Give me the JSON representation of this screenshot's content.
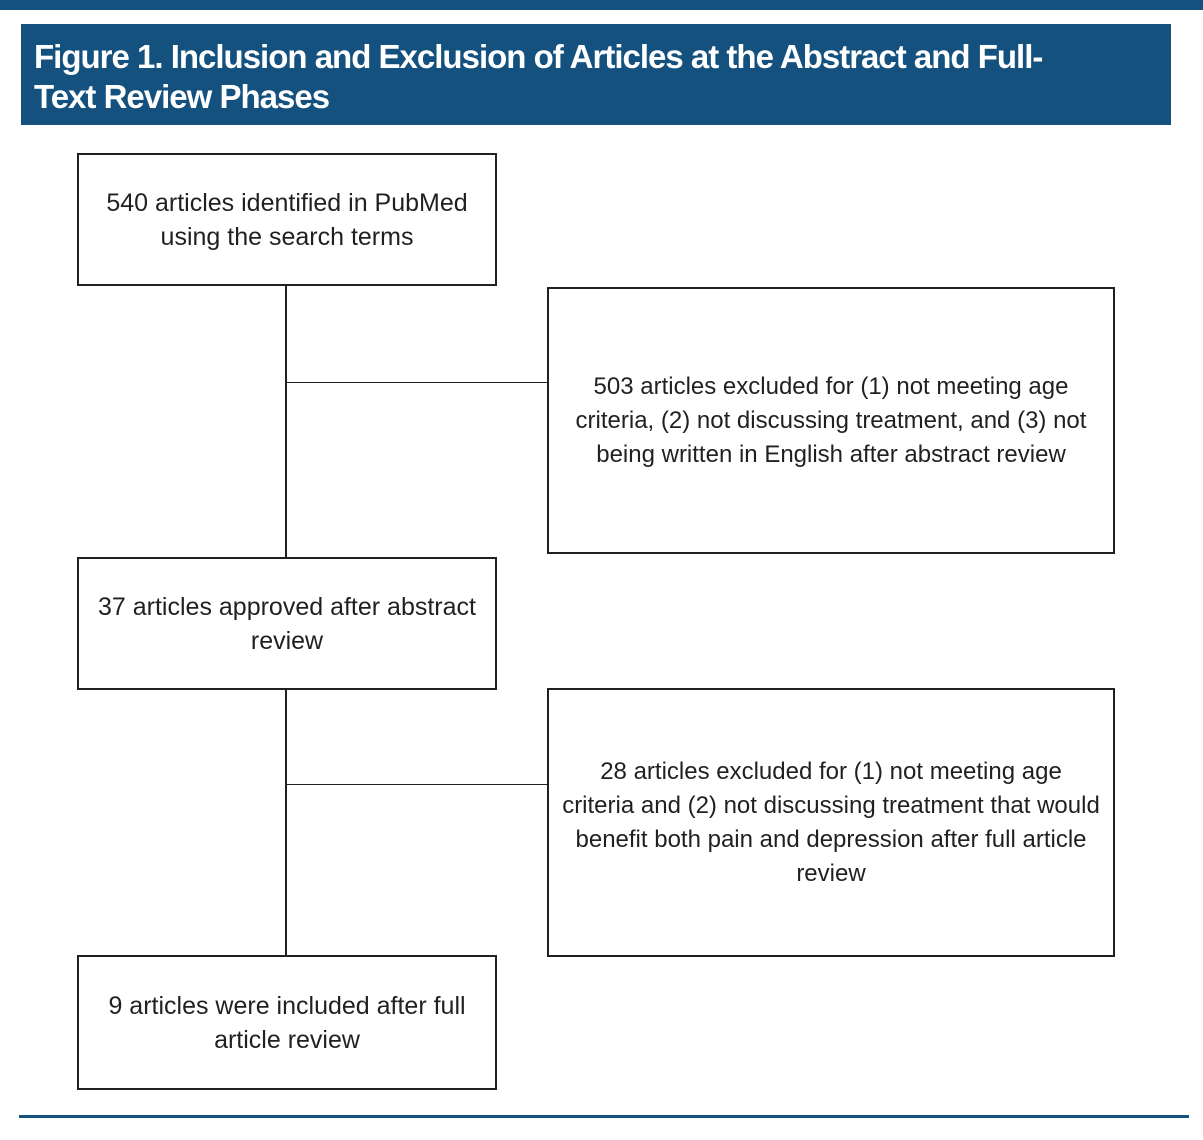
{
  "figure": {
    "title_line1": "Figure 1. Inclusion and Exclusion of Articles at the Abstract and Full-",
    "title_line2": "Text Review Phases",
    "title_full": "Figure 1. Inclusion and Exclusion of Articles at the Abstract and Full-Text Review Phases"
  },
  "flowchart": {
    "boxes": [
      {
        "id": "identified",
        "text": "540 articles identified in PubMed using the search terms"
      },
      {
        "id": "excluded-abstract-review",
        "text": "503 articles excluded for (1) not meeting age criteria, (2) not discussing treatment, and (3) not being written in English after abstract review"
      },
      {
        "id": "approved-abstract-review",
        "text": "37 articles approved after abstract review"
      },
      {
        "id": "excluded-full-review",
        "text": "28 articles excluded for (1) not meeting age criteria and (2) not discussing treatment that would benefit both pain and depression after full article review"
      },
      {
        "id": "included-final",
        "text": "9 articles were included after full article review"
      }
    ],
    "counts": {
      "identified": 540,
      "excluded_after_abstract_review": 503,
      "approved_after_abstract_review": 37,
      "excluded_after_full_review": 28,
      "included_after_full_review": 9
    }
  },
  "colors": {
    "header_blue": "#14517F",
    "box_border": "#231F20",
    "text_black": "#231F20",
    "background": "#FFFFFF"
  }
}
